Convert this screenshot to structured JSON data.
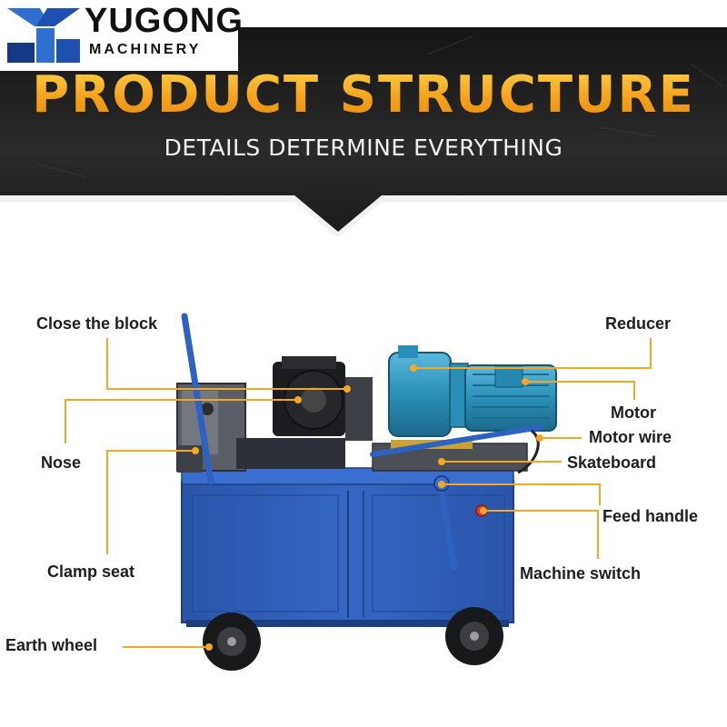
{
  "brand": {
    "name": "YUGONG",
    "sub": "MACHINERY"
  },
  "header": {
    "title": "PRODUCT  STRUCTURE",
    "subtitle": "DETAILS DETERMINE EVERYTHING"
  },
  "colors": {
    "accent_orange": "#f5a623",
    "machine_blue": "#2f5fb8",
    "motor_teal": "#2a8fb6",
    "header_dark": "#1e1e1e"
  },
  "labels": {
    "close_the_block": "Close the block",
    "nose": "Nose",
    "clamp_seat": "Clamp seat",
    "earth_wheel": "Earth wheel",
    "reducer": "Reducer",
    "motor": "Motor",
    "motor_wire": "Motor wire",
    "skateboard": "Skateboard",
    "feed_handle": "Feed handle",
    "machine_switch": "Machine switch"
  }
}
